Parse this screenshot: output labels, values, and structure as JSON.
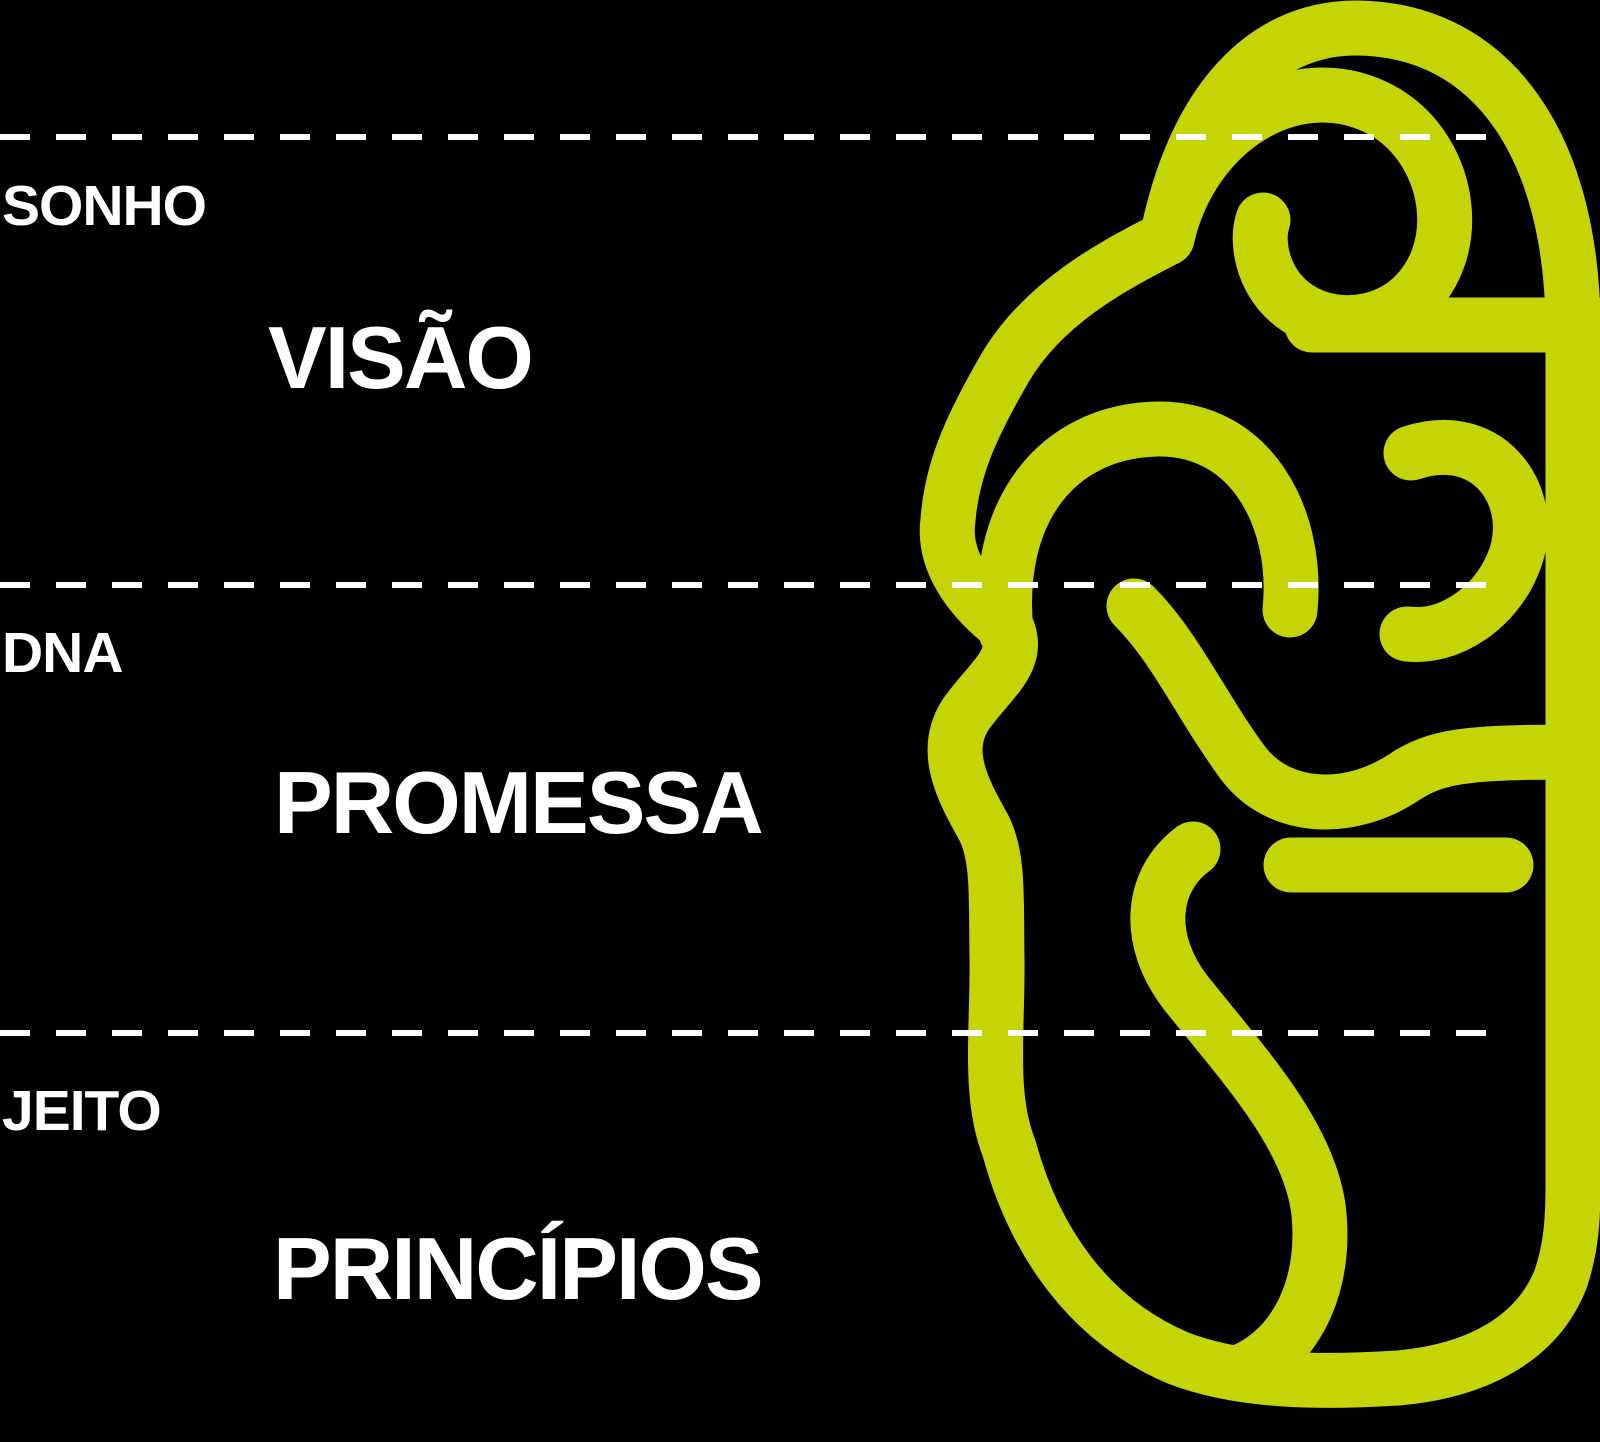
{
  "canvas": {
    "background": "#000000",
    "accent_color": "#c5d405",
    "dash_color": "#ffffff",
    "text_color": "#ffffff"
  },
  "icon": {
    "name": "brain-half-icon"
  },
  "rows": [
    {
      "label": "SONHO",
      "title": "VISÃO"
    },
    {
      "label": "DNA",
      "title": "PROMESSA"
    },
    {
      "label": "JEITO",
      "title": "PRINCÍPIOS"
    }
  ]
}
